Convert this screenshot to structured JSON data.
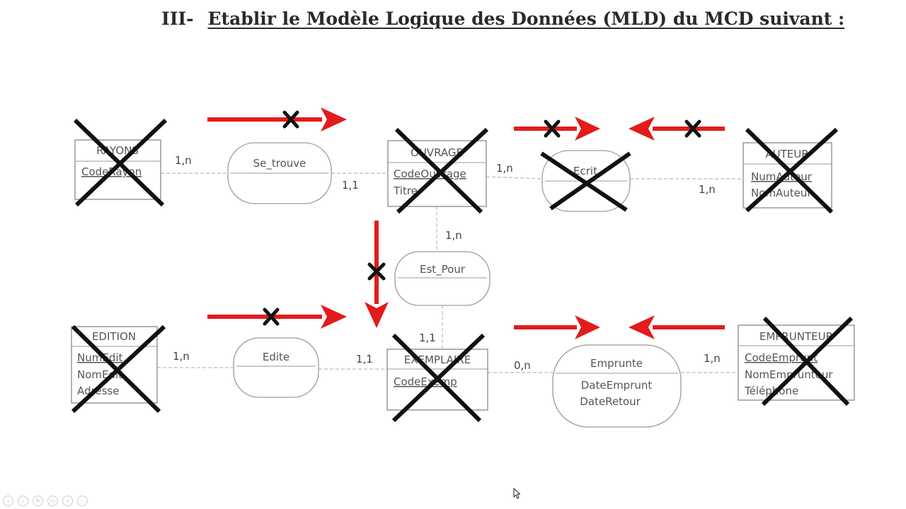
{
  "title": {
    "number": "III-",
    "text": "Etablir le Modèle Logique des Données (MLD) du MCD suivant :"
  },
  "entities": {
    "rayons": {
      "name": "RAYONS",
      "attributes": [
        "CodeRayon"
      ]
    },
    "ouvrage": {
      "name": "OUVRAGE",
      "attributes": [
        "CodeOuvrage",
        "Titre"
      ]
    },
    "auteur": {
      "name": "AUTEUR",
      "attributes": [
        "NumAuteur",
        "NomAuteur"
      ]
    },
    "edition": {
      "name": "EDITION",
      "attributes": [
        "NumEdit",
        "NomEdit",
        "Adresse"
      ]
    },
    "exemplaire": {
      "name": "EXEMPLAIRE",
      "attributes": [
        "CodeExemp"
      ]
    },
    "emprunteur": {
      "name": "EMPRUNTEUR",
      "attributes": [
        "CodeEmprunt",
        "NomEmprunteur",
        "Téléphone"
      ]
    }
  },
  "relations": {
    "se_trouve": {
      "name": "Se_trouve",
      "attributes": []
    },
    "ecrit": {
      "name": "Ecrit",
      "attributes": []
    },
    "est_pour": {
      "name": "Est_Pour",
      "attributes": []
    },
    "edite": {
      "name": "Edite",
      "attributes": []
    },
    "emprunte": {
      "name": "Emprunte",
      "attributes": [
        "DateEmprunt",
        "DateRetour"
      ]
    }
  },
  "cardinalities": {
    "rayons_se_trouve": "1,n",
    "ouvrage_se_trouve": "1,1",
    "ouvrage_ecrit": "1,n",
    "auteur_ecrit": "1,n",
    "ouvrage_est_pour": "1,n",
    "exemplaire_est_pour": "1,1",
    "edition_edite": "1,n",
    "exemplaire_edite": "1,1",
    "exemplaire_emprunte": "0,n",
    "emprunteur_emprunte": "1,n"
  },
  "colors": {
    "arrow": "#e31b1b",
    "cross": "#111111"
  },
  "icons": {
    "cursor": "mouse-pointer-icon"
  }
}
